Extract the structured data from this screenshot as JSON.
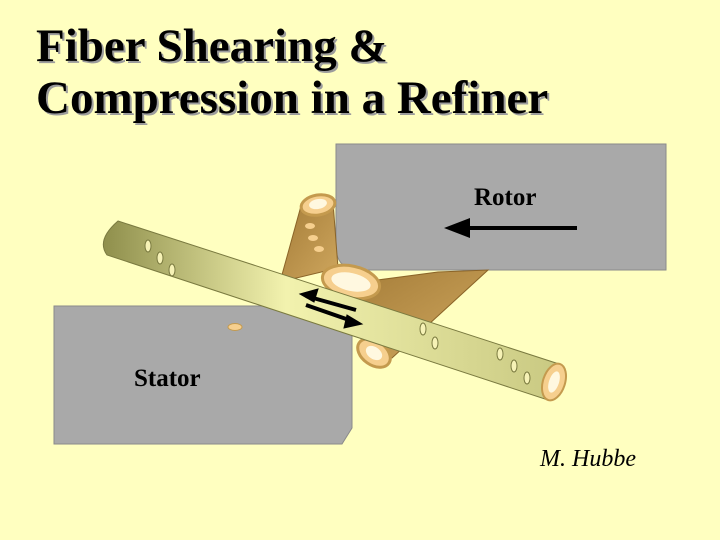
{
  "title": {
    "line1": "Fiber Shearing &",
    "line2": "Compression in a Refiner"
  },
  "labels": {
    "rotor": "Rotor",
    "stator": "Stator"
  },
  "author": "M. Hubbe",
  "colors": {
    "background": "#FFFFC0",
    "plate": "#A9A9A9",
    "fiber_front": "#D5D47E",
    "fiber_back": "#C49A4E",
    "pit": "#F6CF8E",
    "arrow": "#000000"
  }
}
